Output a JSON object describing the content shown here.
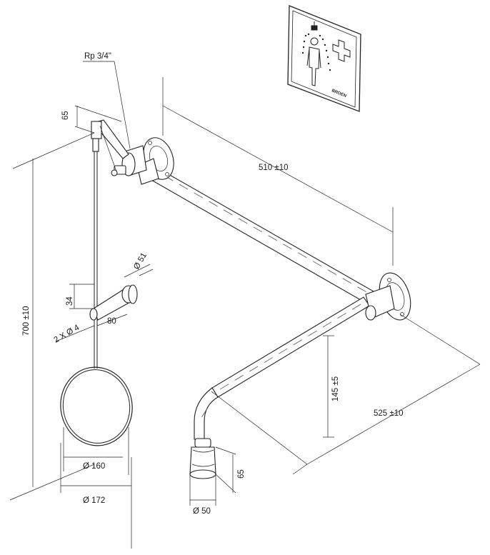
{
  "drawing": {
    "thread_label": "Rp 3/4\"",
    "dims": {
      "top_offset": "65",
      "arm_length": "510 ±10",
      "height": "700 ±10",
      "drop": "145 ±5",
      "depth": "525 ±10",
      "head_height": "65",
      "head_dia": "Ø 50",
      "ring_inner": "Ø 160",
      "ring_outer": "Ø 172",
      "bracket_dia": "Ø 51",
      "bracket_len": "80",
      "bracket_h": "34",
      "holes": "2 X Ø 4"
    },
    "sign": {
      "brand": "BROEN"
    }
  }
}
